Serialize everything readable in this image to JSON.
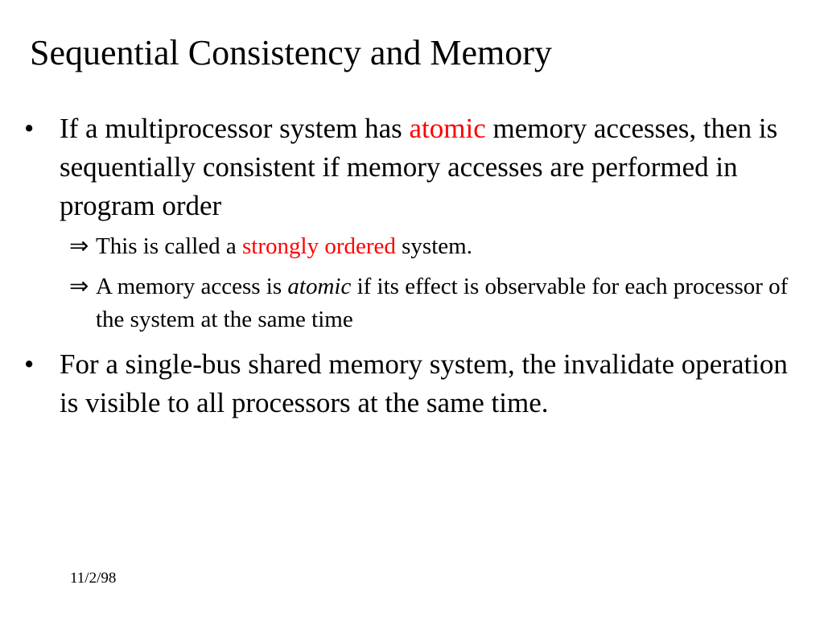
{
  "title": "Sequential Consistency and Memory",
  "colors": {
    "accent": "#ff0000"
  },
  "bullets": [
    {
      "icon": "bullet-dot",
      "parts": [
        "If a multiprocessor system has ",
        "atomic",
        " memory accesses, then is sequentially consistent  if memory accesses are performed in program order"
      ],
      "sub": [
        {
          "icon": "implies-arrow",
          "parts": [
            "This is called a ",
            "strongly ordered",
            " system."
          ]
        },
        {
          "icon": "implies-arrow",
          "parts": [
            "A memory access is ",
            "atomic",
            " if its effect is observable for each processor of the system at the same time"
          ]
        }
      ]
    },
    {
      "icon": "bullet-dot",
      "text": "For a single-bus shared memory system, the invalidate operation is visible to all processors at the same time."
    }
  ],
  "bullet_glyph": "•",
  "arrow_glyph": "⇒",
  "footer": {
    "date": "11/2/98"
  }
}
